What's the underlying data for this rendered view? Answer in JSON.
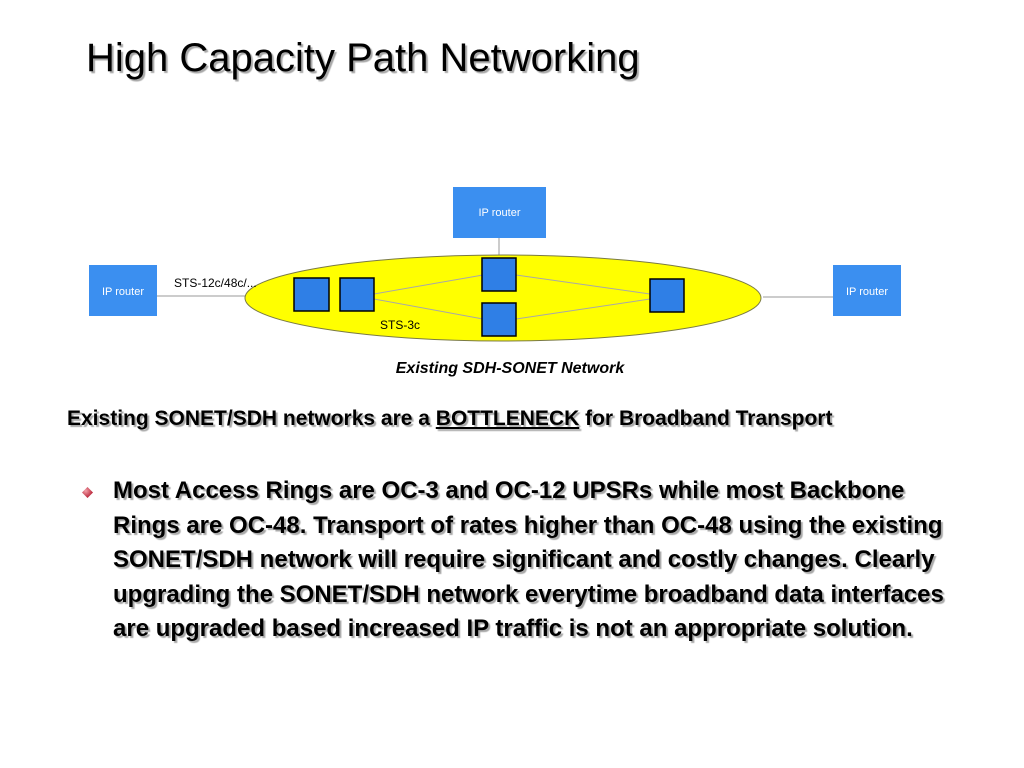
{
  "title": "High Capacity Path Networking",
  "diagram": {
    "routers": {
      "top": "IP router",
      "left": "IP router",
      "right": "IP router"
    },
    "link_labels": {
      "access": "STS-12c/48c/...",
      "ring": "STS-3c"
    },
    "caption": "Existing SDH-SONET Network",
    "colors": {
      "router_fill": "#3b8ff0",
      "node_fill": "#2f7fe6",
      "ring_fill": "#ffff00"
    }
  },
  "body": {
    "headline_before": "Existing SONET/SDH networks are a ",
    "headline_emphasis": "BOTTLENECK",
    "headline_after": " for Broadband Transport",
    "bullets": [
      "Most Access Rings are OC-3 and OC-12 UPSRs while most Backbone Rings are OC-48.  Transport of rates higher than OC-48 using the existing SONET/SDH network will require significant and costly changes.  Clearly upgrading the SONET/SDH network everytime broadband data interfaces are upgraded based increased IP traffic is not an appropriate solution."
    ],
    "bullet_color": "#b3172d"
  }
}
